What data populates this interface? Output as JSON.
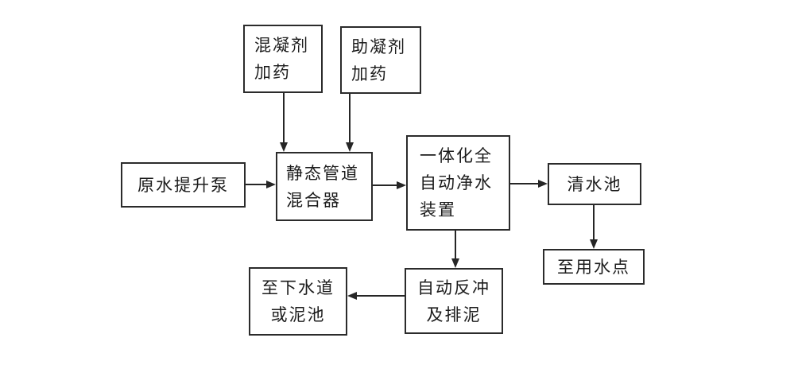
{
  "diagram": {
    "type": "flowchart",
    "language": "zh-CN",
    "nodes": [
      {
        "id": "coagulant-dosing",
        "label": "混凝剂加药",
        "lines": [
          "混凝剂",
          "加药"
        ]
      },
      {
        "id": "coagulant-aid-dosing",
        "label": "助凝剂加药",
        "lines": [
          "助凝剂",
          "加药"
        ]
      },
      {
        "id": "raw-water-lift-pump",
        "label": "原水提升泵",
        "lines": [
          "原水提升泵"
        ]
      },
      {
        "id": "static-pipe-mixer",
        "label": "静态管道混合器",
        "lines": [
          "静态管道",
          "混合器"
        ]
      },
      {
        "id": "integrated-auto-purifier",
        "label": "一体化全自动净水装置",
        "lines": [
          "一体化全",
          "自动净水",
          "装置"
        ]
      },
      {
        "id": "clean-water-tank",
        "label": "清水池",
        "lines": [
          "清水池"
        ]
      },
      {
        "id": "water-use-point",
        "label": "至用水点",
        "lines": [
          "至用水点"
        ]
      },
      {
        "id": "sewer-or-sludge-pool",
        "label": "至下水道或泥池",
        "lines": [
          "至下水道",
          "或泥池"
        ]
      },
      {
        "id": "auto-backwash-sludge",
        "label": "自动反冲及排泥",
        "lines": [
          "自动反冲",
          "及排泥"
        ]
      }
    ],
    "edges": [
      {
        "from": "coagulant-dosing",
        "to": "static-pipe-mixer"
      },
      {
        "from": "coagulant-aid-dosing",
        "to": "static-pipe-mixer"
      },
      {
        "from": "raw-water-lift-pump",
        "to": "static-pipe-mixer"
      },
      {
        "from": "static-pipe-mixer",
        "to": "integrated-auto-purifier"
      },
      {
        "from": "integrated-auto-purifier",
        "to": "clean-water-tank"
      },
      {
        "from": "clean-water-tank",
        "to": "water-use-point"
      },
      {
        "from": "integrated-auto-purifier",
        "to": "auto-backwash-sludge"
      },
      {
        "from": "auto-backwash-sludge",
        "to": "sewer-or-sludge-pool"
      }
    ],
    "colors": {
      "line": "#262626",
      "text": "#1c1c1c",
      "background": "#ffffff"
    }
  }
}
